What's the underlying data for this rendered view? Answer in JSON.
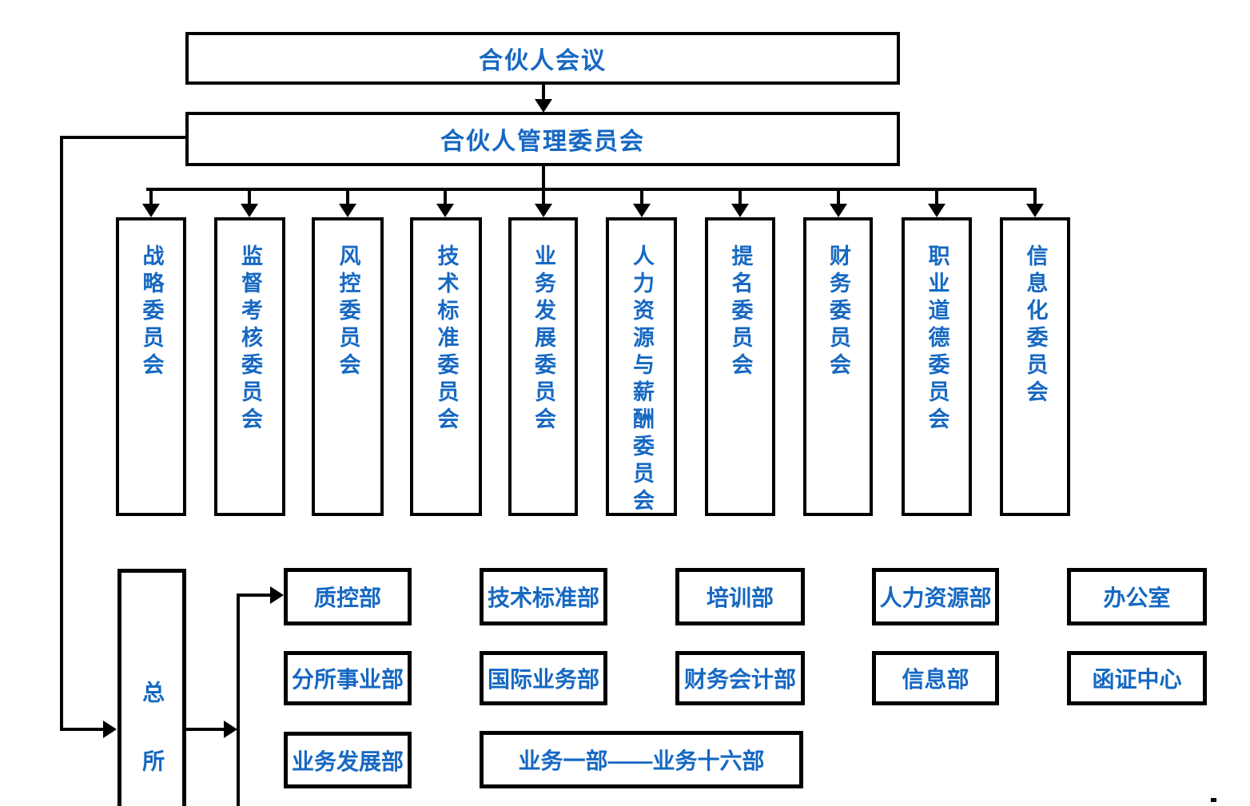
{
  "colors": {
    "text_blue": "#1668C2",
    "line_black": "#000000",
    "background": "#FFFFFF"
  },
  "root": {
    "label": "合伙人会议"
  },
  "management": {
    "label": "合伙人管理委员会"
  },
  "committees": [
    {
      "label": "战略委员会"
    },
    {
      "label": "监督考核委员会"
    },
    {
      "label": "风控委员会"
    },
    {
      "label": "技术标准委员会"
    },
    {
      "label": "业务发展委员会"
    },
    {
      "label": "人力资源与薪酬委员会"
    },
    {
      "label": "提名委员会"
    },
    {
      "label": "财务委员会"
    },
    {
      "label": "职业道德委员会"
    },
    {
      "label": "信息化委员会"
    }
  ],
  "head_office": {
    "label": "总所"
  },
  "departments": [
    {
      "label": "质控部"
    },
    {
      "label": "技术标准部"
    },
    {
      "label": "培训部"
    },
    {
      "label": "人力资源部"
    },
    {
      "label": "办公室"
    },
    {
      "label": "分所事业部"
    },
    {
      "label": "国际业务部"
    },
    {
      "label": "财务会计部"
    },
    {
      "label": "信息部"
    },
    {
      "label": "函证中心"
    },
    {
      "label": "业务发展部"
    },
    {
      "label": "业务一部——业务十六部"
    }
  ]
}
